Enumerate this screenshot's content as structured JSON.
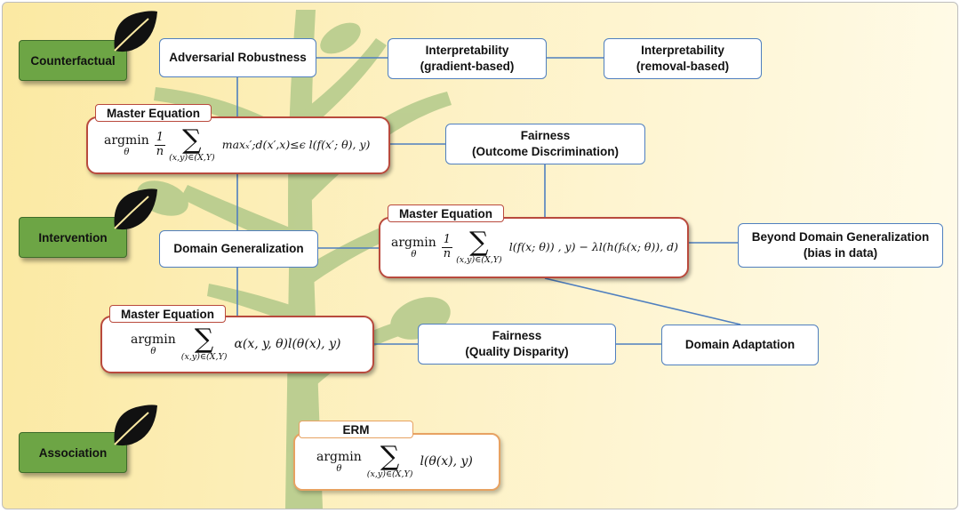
{
  "nodes": {
    "counterfactual": "Counterfactual",
    "intervention": "Intervention",
    "association": "Association",
    "adversarial_robustness": "Adversarial Robustness",
    "interp_gradient_l1": "Interpretability",
    "interp_gradient_l2": "(gradient-based)",
    "interp_removal_l1": "Interpretability",
    "interp_removal_l2": "(removal-based)",
    "fairness_outcome_l1": "Fairness",
    "fairness_outcome_l2": "(Outcome Discrimination)",
    "domain_generalization": "Domain Generalization",
    "beyond_dg_l1": "Beyond Domain Generalization",
    "beyond_dg_l2": "(bias in data)",
    "fairness_quality_l1": "Fairness",
    "fairness_quality_l2": "(Quality Disparity)",
    "domain_adaptation": "Domain Adaptation"
  },
  "tags": {
    "master_equation_1": "Master Equation",
    "master_equation_2": "Master Equation",
    "master_equation_3": "Master Equation",
    "erm": "ERM"
  },
  "equations": {
    "adversarial": {
      "op": "argmin",
      "op_sub": "θ",
      "frac_num": "1",
      "frac_den": "n",
      "sum_sub": "(x,y)∈(X,Y)",
      "term": "maxₓ′;d(x′,x)≤ϵ l(f(x′; θ), y)"
    },
    "domain_generalization": {
      "op": "argmin",
      "op_sub": "θ",
      "frac_num": "1",
      "frac_den": "n",
      "sum_sub": "(x,y)∈(X,Y)",
      "term": "l(f(x; θ)) , y) − λl(h(fₖ(x; θ)), d)"
    },
    "fairness_quality": {
      "op": "argmin",
      "op_sub": "θ",
      "sum_sub": "(x,y)∈(X,Y)",
      "term": "α(x, y, θ)l(θ(x), y)"
    },
    "erm": {
      "op": "argmin",
      "op_sub": "θ",
      "sum_sub": "(x,y)∈(X,Y)",
      "term": "l(θ(x), y)"
    }
  },
  "colors": {
    "level_green": "#6da545",
    "blue_border": "#4f7fbf",
    "red_border": "#b94a3d",
    "orange_border": "#e7a262",
    "tree": "#a9c47e"
  },
  "icons": [
    "leaf-icon"
  ]
}
